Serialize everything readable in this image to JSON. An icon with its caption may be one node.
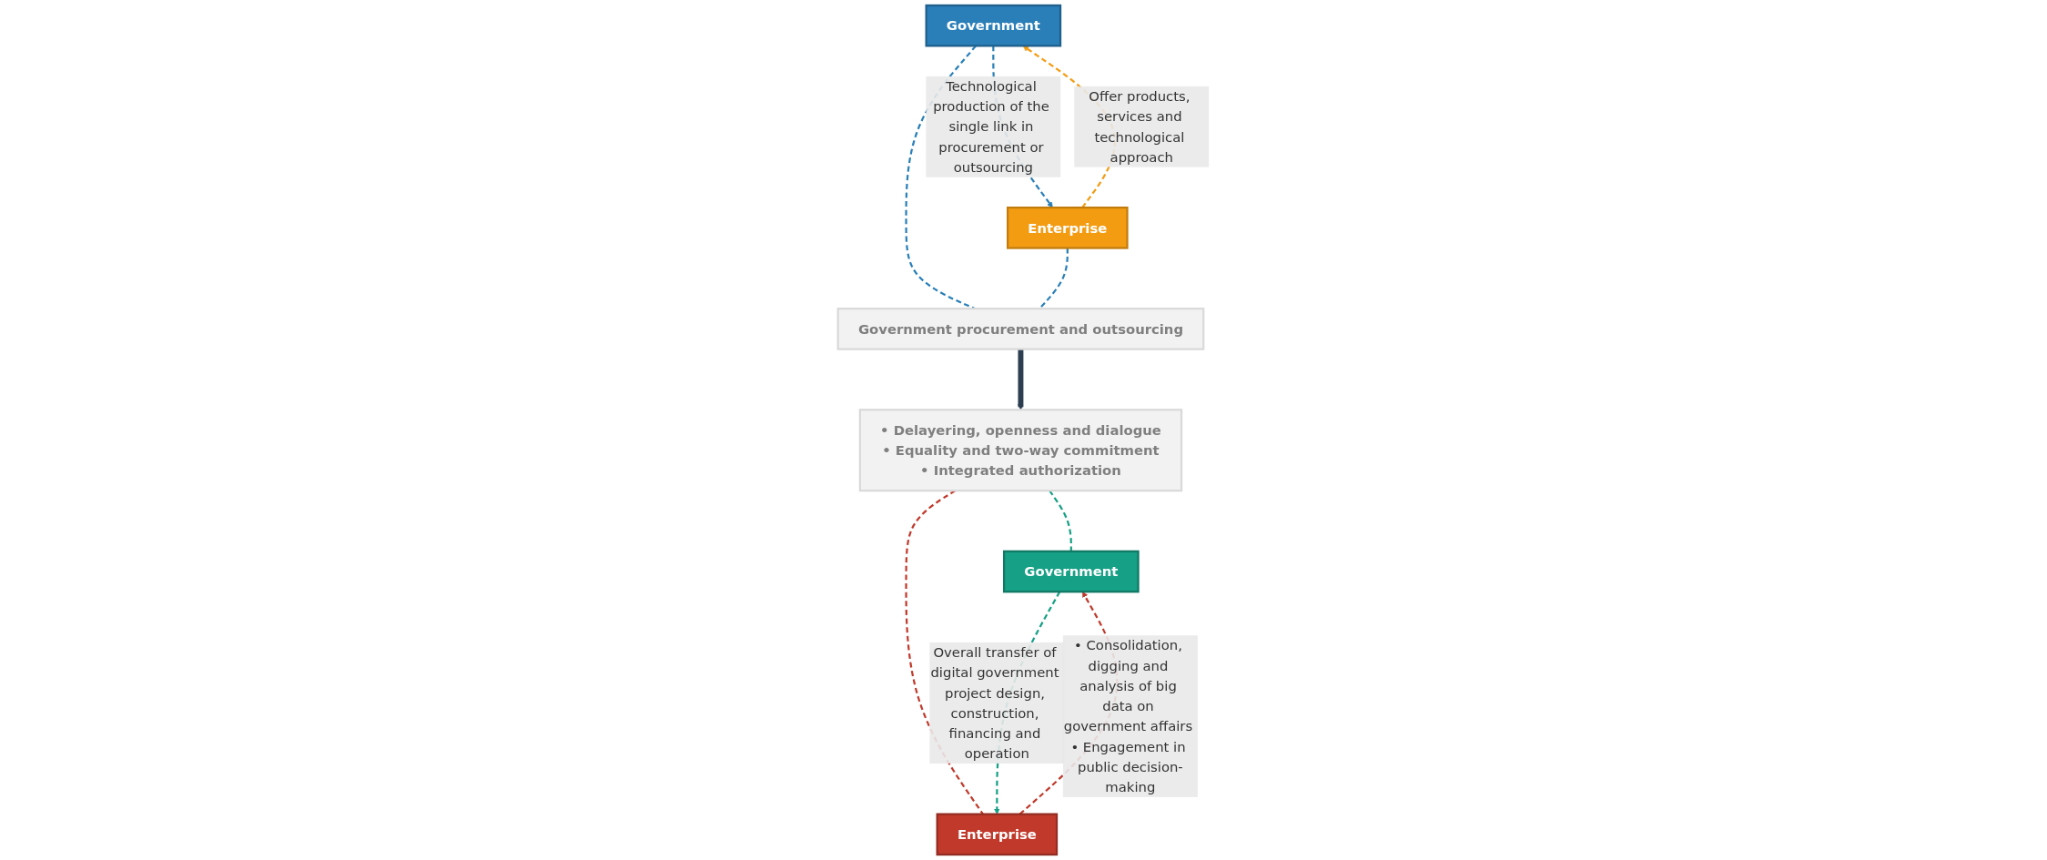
{
  "diagram": {
    "nodes": [
      {
        "text": [
          "Government"
        ]
      },
      {
        "text": [
          "Enterprise"
        ]
      },
      {
        "text": [
          "Government procurement and outsourcing"
        ]
      },
      {
        "text": [
          "• Delayering, openness and dialogue",
          "• Equality and two-way commitment",
          "• Integrated authorization"
        ]
      },
      {
        "text": [
          "Government"
        ]
      },
      {
        "text": [
          "Enterprise"
        ]
      }
    ],
    "edges": [
      {
        "from": 0,
        "to": 1,
        "arrow": "to",
        "label": "Technological production of the single link in procurement or outsourcing",
        "style": "dashed",
        "color": "#2a7fb8"
      },
      {
        "from": 1,
        "to": 0,
        "arrow": "to",
        "label": "Offer products, services and technological approach",
        "style": "dashed",
        "color": "#f39c12"
      },
      {
        "from": 0,
        "to": 2,
        "arrow": "none",
        "style": "dashed",
        "color": "#2a7fb8"
      },
      {
        "from": 1,
        "to": 2,
        "arrow": "none",
        "style": "dashed",
        "color": "#2a7fb8"
      },
      {
        "from": 2,
        "to": 3,
        "arrow": "to",
        "style": "thick",
        "color": "#2c3e50"
      },
      {
        "from": 3,
        "to": 4,
        "arrow": "none",
        "style": "dashed",
        "color": "#16a085"
      },
      {
        "from": 3,
        "to": 5,
        "arrow": "none",
        "style": "dashed",
        "color": "#c0392b"
      },
      {
        "from": 4,
        "to": 5,
        "arrow": "to",
        "label": "Overall transfer of digital government project design, construction, financing and operation",
        "style": "dashed",
        "color": "#16a085"
      },
      {
        "from": 5,
        "to": 4,
        "arrow": "to",
        "label": "• Consolidation, digging and analysis of big data on government affairs • Engagement in public decision-making",
        "style": "dashed",
        "color": "#c0392b"
      }
    ]
  }
}
